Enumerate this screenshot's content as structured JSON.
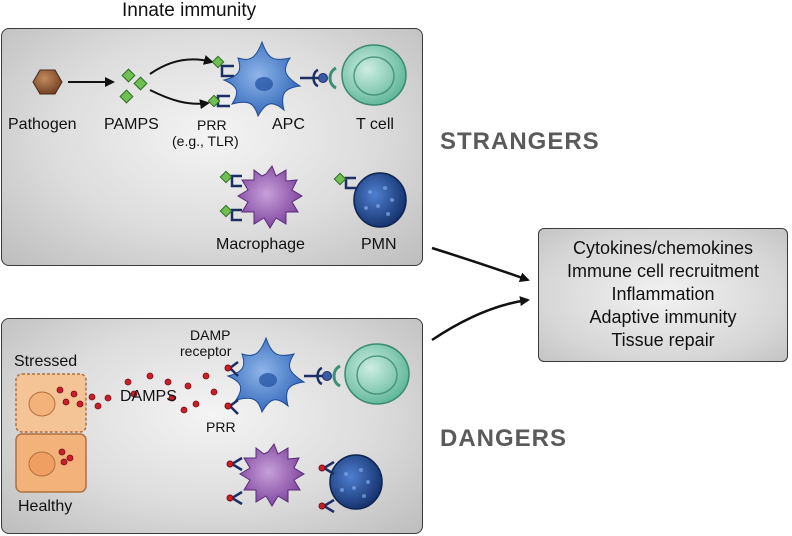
{
  "title": "Innate immunity",
  "top_panel": {
    "pathogen": "Pathogen",
    "pamps": "PAMPS",
    "prr": "PRR",
    "prr_example": "(e.g., TLR)",
    "apc": "APC",
    "tcell": "T cell",
    "macrophage": "Macrophage",
    "pmn": "PMN"
  },
  "bottom_panel": {
    "stressed": "Stressed",
    "healthy": "Healthy",
    "damps": "DAMPS",
    "damp_receptor_1": "DAMP",
    "damp_receptor_2": "receptor",
    "prr": "PRR"
  },
  "side_labels": {
    "strangers": "STRANGERS",
    "dangers": "DANGERS"
  },
  "outcomes": [
    "Cytokines/chemokines",
    "Immune cell recruitment",
    "Inflammation",
    "Adaptive immunity",
    "Tissue repair"
  ],
  "colors": {
    "apc": "#3f78c9",
    "tcell": "#7fcdb5",
    "macrophage": "#9b62b5",
    "pmn": "#1f4c9a",
    "pathogen": "#8d5a3a",
    "pamp": "#5fae45",
    "damp": "#c8202a",
    "stressed_cell": "#f2b27a"
  }
}
